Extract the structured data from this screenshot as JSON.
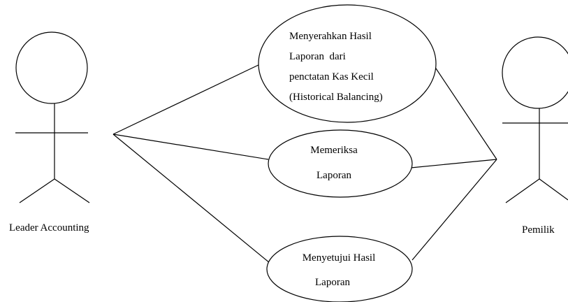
{
  "diagram": {
    "actors": [
      {
        "id": "leader",
        "label": "Leader Accounting"
      },
      {
        "id": "owner",
        "label": "Pemilik"
      }
    ],
    "use_cases": [
      {
        "id": "serah",
        "lines": [
          "Menyerahkan Hasil",
          "Laporan  dari",
          "penctatan Kas Kecil",
          "(Historical Balancing)"
        ]
      },
      {
        "id": "periksa",
        "lines": [
          "Memeriksa",
          "Laporan"
        ]
      },
      {
        "id": "setuju",
        "lines": [
          "Menyetujui Hasil",
          "Laporan"
        ]
      }
    ]
  }
}
